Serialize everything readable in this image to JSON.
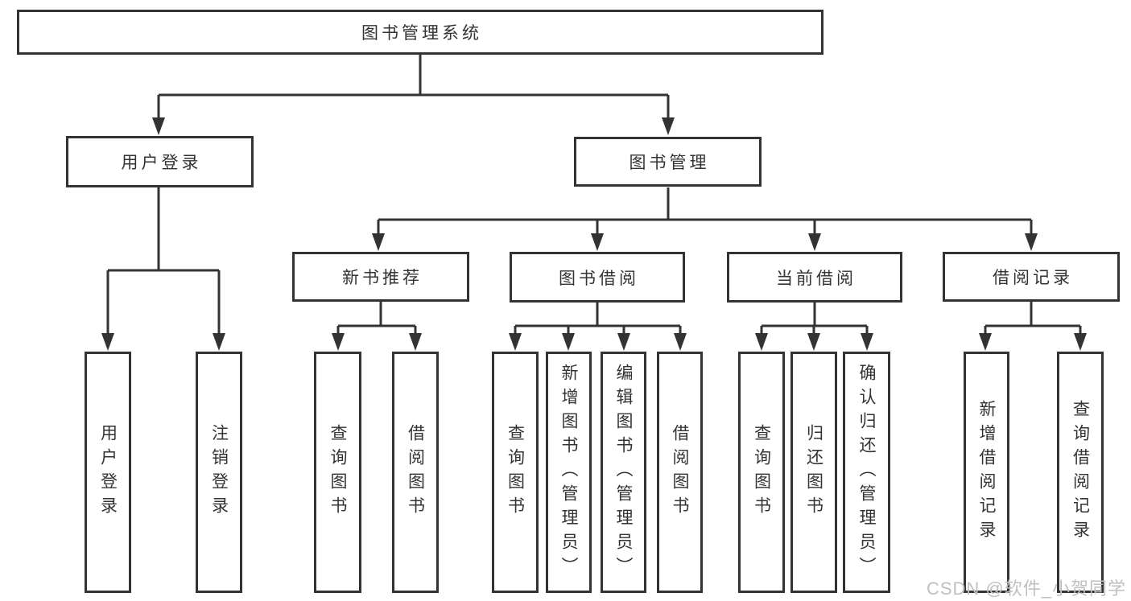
{
  "diagram_title": "图书管理系统",
  "tree": {
    "root_label": "图书管理系统",
    "branches": [
      {
        "label": "用户登录",
        "children": [
          "用户登录",
          "注销登录"
        ]
      },
      {
        "label": "图书管理",
        "groups": [
          {
            "label": "新书推荐",
            "children": [
              "查询图书",
              "借阅图书"
            ]
          },
          {
            "label": "图书借阅",
            "children": [
              "查询图书",
              "新增图书（管理员）",
              "编辑图书（管理员）",
              "借阅图书"
            ]
          },
          {
            "label": "当前借阅",
            "children": [
              "查询图书",
              "归还图书",
              "确认归还（管理员）"
            ]
          },
          {
            "label": "借阅记录",
            "children": [
              "新增借阅记录",
              "查询借阅记录"
            ]
          }
        ]
      }
    ]
  },
  "watermark": {
    "text": "CSDN @软件_小贺同学"
  },
  "colors": {
    "line": "#333333",
    "text": "#333333",
    "watermark": "#c0c0c0",
    "background": "#ffffff"
  }
}
